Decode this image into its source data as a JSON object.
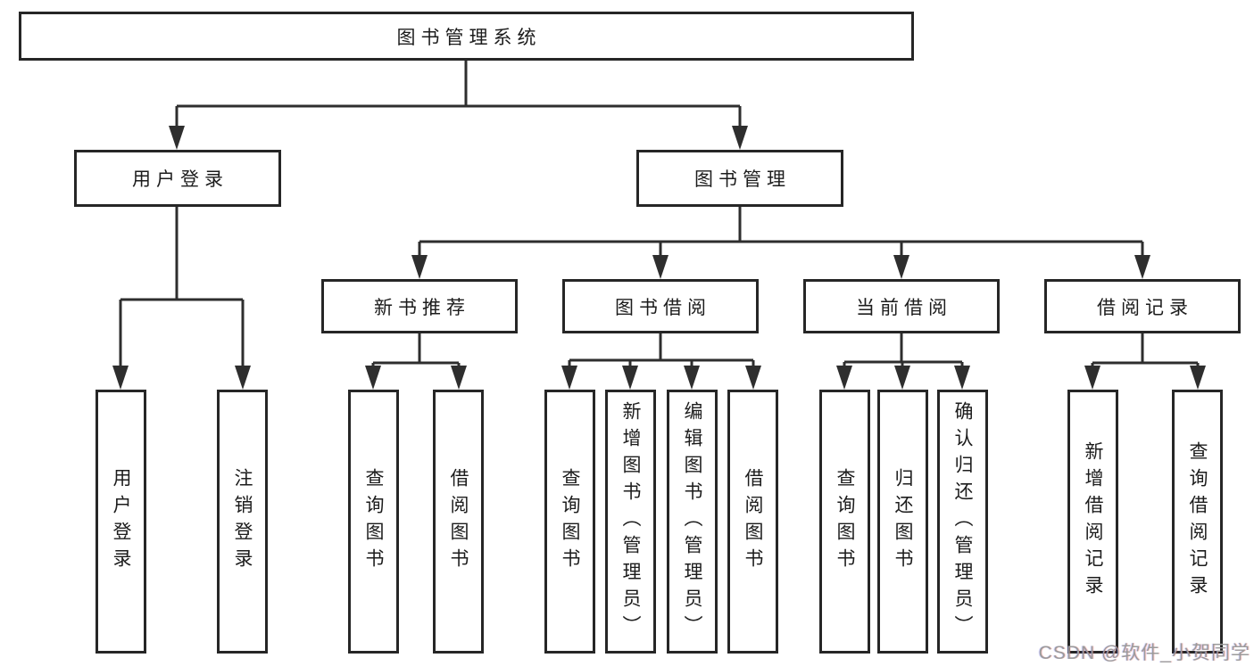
{
  "diagram": {
    "root": {
      "label": "图书管理系统"
    },
    "branches": [
      {
        "label": "用户登录",
        "children": [
          {
            "label": "用户登录"
          },
          {
            "label": "注销登录"
          }
        ]
      },
      {
        "label": "图书管理",
        "children": [
          {
            "label": "新书推荐",
            "children": [
              {
                "label": "查询图书"
              },
              {
                "label": "借阅图书"
              }
            ]
          },
          {
            "label": "图书借阅",
            "children": [
              {
                "label": "查询图书"
              },
              {
                "label": "新增图书（管理员）"
              },
              {
                "label": "编辑图书（管理员）"
              },
              {
                "label": "借阅图书"
              }
            ]
          },
          {
            "label": "当前借阅",
            "children": [
              {
                "label": "查询图书"
              },
              {
                "label": "归还图书"
              },
              {
                "label": "确认归还（管理员）"
              }
            ]
          },
          {
            "label": "借阅记录",
            "children": [
              {
                "label": "新增借阅记录"
              },
              {
                "label": "查询借阅记录"
              }
            ]
          }
        ]
      }
    ]
  },
  "watermark": {
    "text": "CSDN @软件_小贺同学"
  },
  "colors": {
    "line": "#2e2e2e",
    "border": "#262626",
    "background": "#ffffff"
  }
}
